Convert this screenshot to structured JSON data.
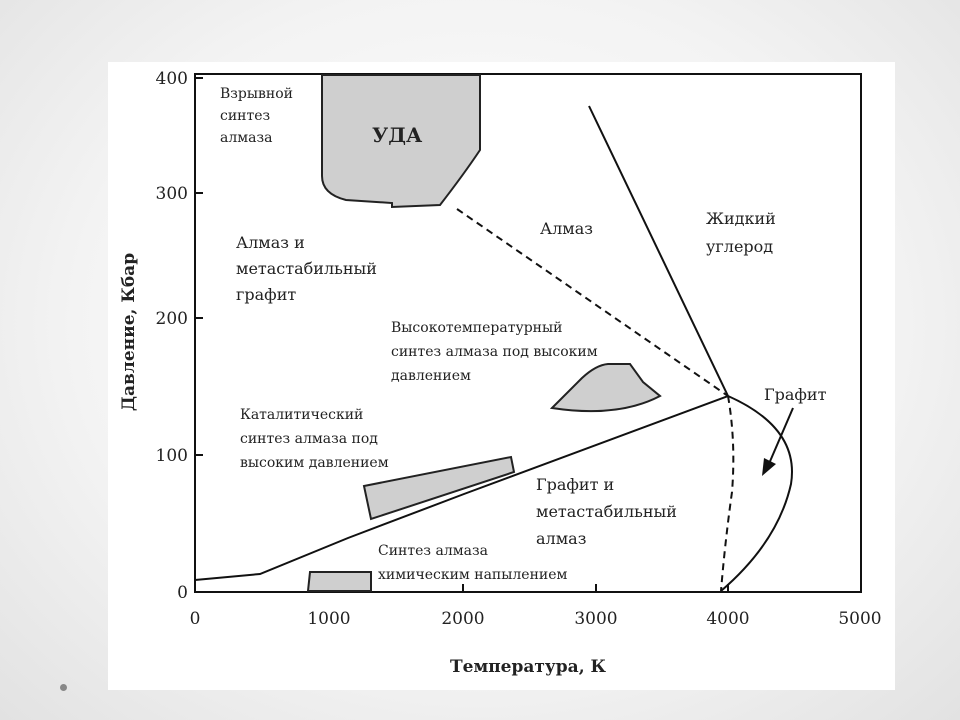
{
  "diagram": {
    "y_axis_title": "Давление, Кбар",
    "x_axis_title": "Температура, К",
    "x_ticks": [
      "0",
      "1000",
      "2000",
      "3000",
      "4000",
      "5000"
    ],
    "y_ticks": [
      "0",
      "100",
      "200",
      "300",
      "400"
    ],
    "labels": {
      "explosive_1": "Взрывной",
      "explosive_2": "синтез",
      "explosive_3": "алмаза",
      "uda": "УДА",
      "diamond_meta_graphite_1": "Алмаз и",
      "diamond_meta_graphite_2": "метастабильный",
      "diamond_meta_graphite_3": "графит",
      "diamond": "Алмаз",
      "liquid_carbon_1": "Жидкий",
      "liquid_carbon_2": "углерод",
      "ht_synthesis_1": "Высокотемпературный",
      "ht_synthesis_2": "синтез алмаза под высоким",
      "ht_synthesis_3": "давлением",
      "catalytic_1": "Каталитический",
      "catalytic_2": "синтез алмаза под",
      "catalytic_3": "высоким давлением",
      "graphite": "Графит",
      "graphite_meta_diamond_1": "Графит и",
      "graphite_meta_diamond_2": "метастабильный",
      "graphite_meta_diamond_3": "алмаз",
      "cvd_1": "Синтез алмаза",
      "cvd_2": "химическим напылением"
    }
  },
  "colors": {
    "region_fill": "#cfcfcf",
    "line": "#111111"
  }
}
